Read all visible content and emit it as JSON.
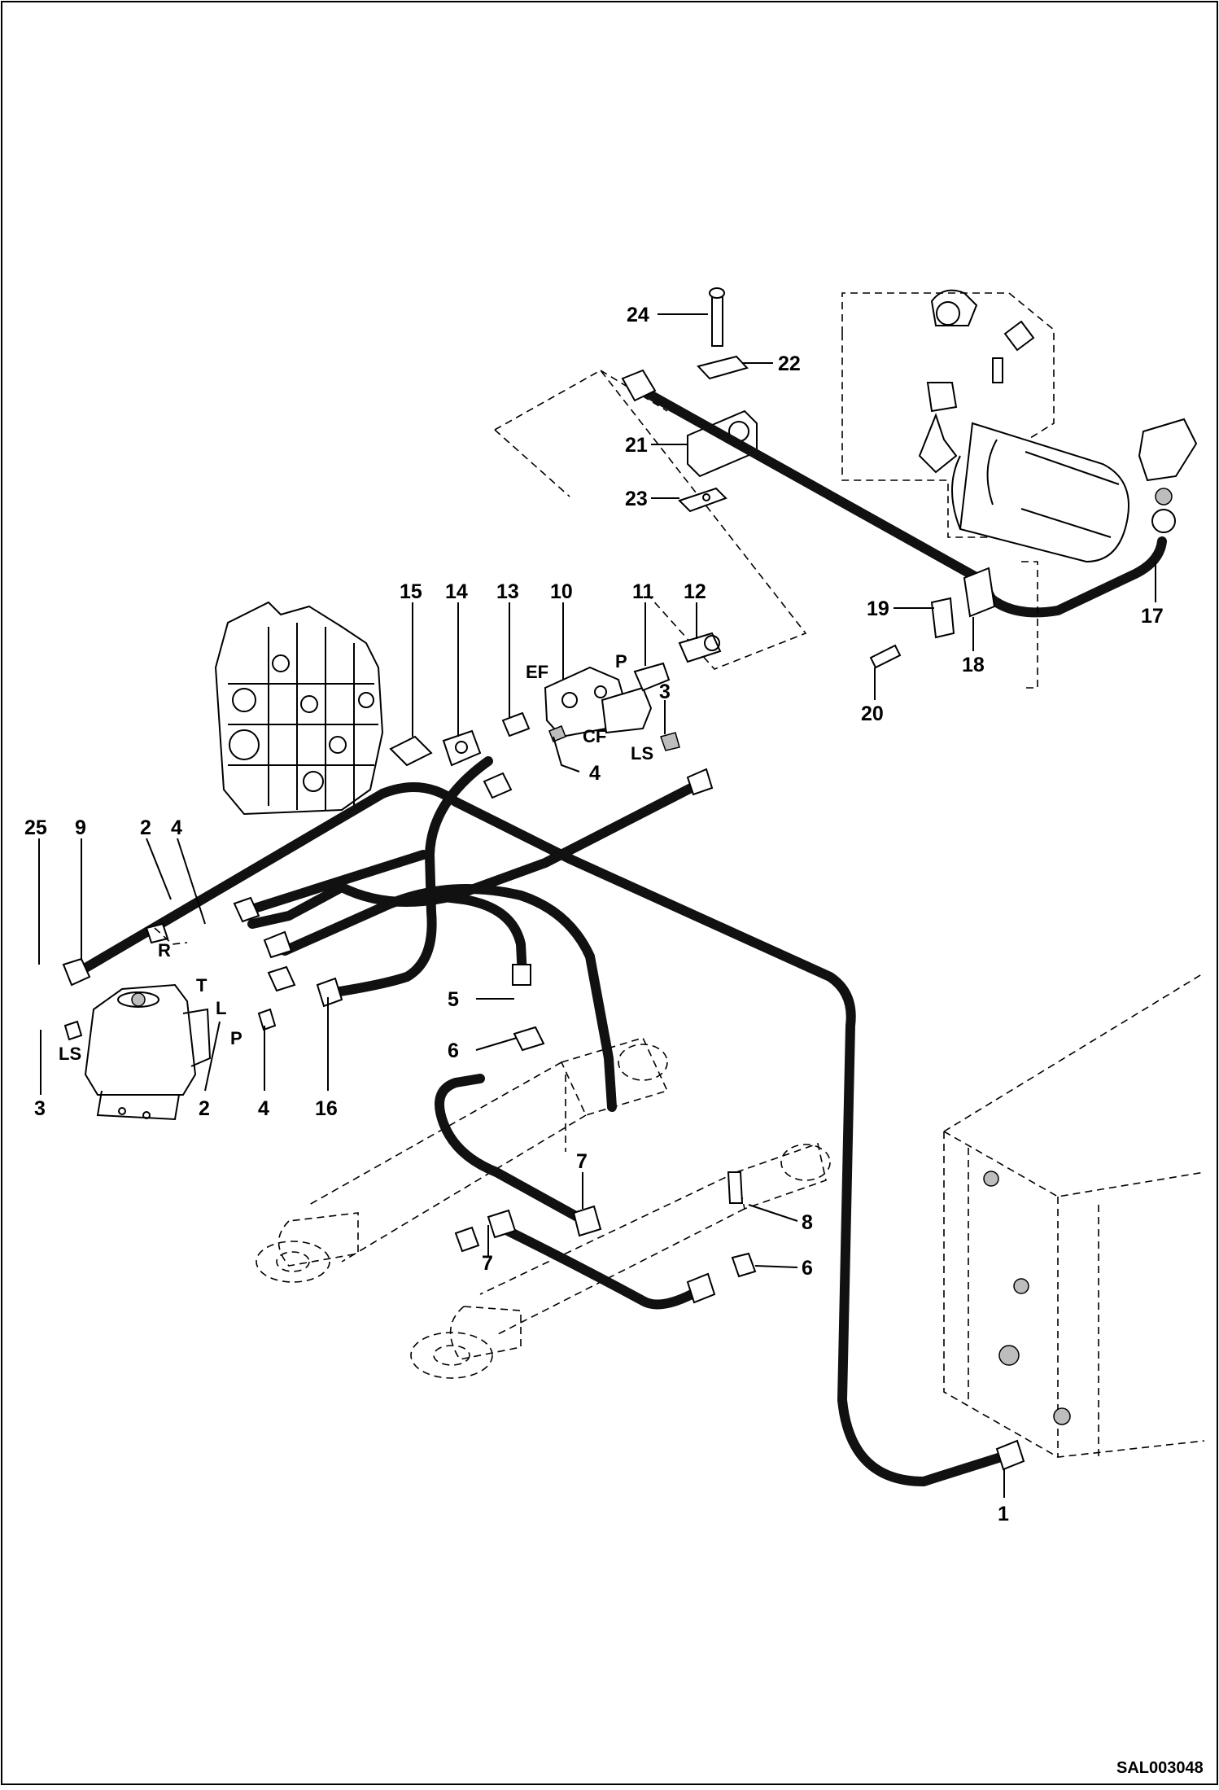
{
  "drawing": {
    "document_code": "SAL003048",
    "callouts": [
      {
        "id": "c24",
        "text": "24"
      },
      {
        "id": "c22",
        "text": "22"
      },
      {
        "id": "c21",
        "text": "21"
      },
      {
        "id": "c23",
        "text": "23"
      },
      {
        "id": "c15",
        "text": "15"
      },
      {
        "id": "c14",
        "text": "14"
      },
      {
        "id": "c13",
        "text": "13"
      },
      {
        "id": "c10",
        "text": "10"
      },
      {
        "id": "c11",
        "text": "11"
      },
      {
        "id": "c12",
        "text": "12"
      },
      {
        "id": "c3a",
        "text": "3"
      },
      {
        "id": "c4a",
        "text": "4"
      },
      {
        "id": "c19",
        "text": "19"
      },
      {
        "id": "c18",
        "text": "18"
      },
      {
        "id": "c17",
        "text": "17"
      },
      {
        "id": "c20",
        "text": "20"
      },
      {
        "id": "c25",
        "text": "25"
      },
      {
        "id": "c9",
        "text": "9"
      },
      {
        "id": "c2a",
        "text": "2"
      },
      {
        "id": "c4b",
        "text": "4"
      },
      {
        "id": "c3b",
        "text": "3"
      },
      {
        "id": "c2b",
        "text": "2"
      },
      {
        "id": "c4c",
        "text": "4"
      },
      {
        "id": "c16",
        "text": "16"
      },
      {
        "id": "c5",
        "text": "5"
      },
      {
        "id": "c6a",
        "text": "6"
      },
      {
        "id": "c7a",
        "text": "7"
      },
      {
        "id": "c8",
        "text": "8"
      },
      {
        "id": "c7b",
        "text": "7"
      },
      {
        "id": "c6b",
        "text": "6"
      },
      {
        "id": "c1",
        "text": "1"
      }
    ],
    "port_labels": {
      "ef": "EF",
      "p_top": "P",
      "cf": "CF",
      "ls_top": "LS",
      "r": "R",
      "t": "T",
      "l": "L",
      "p_bottom": "P",
      "ls_bottom": "LS"
    }
  }
}
